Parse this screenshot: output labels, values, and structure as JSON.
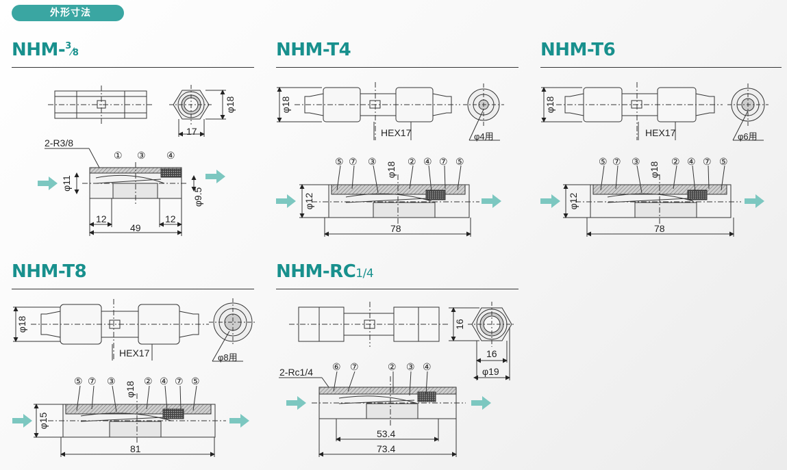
{
  "header": {
    "tag": "外形寸法"
  },
  "models": {
    "m1": {
      "title_main": "NHM-",
      "title_sup": "3",
      "title_sub": "8",
      "hex": "17",
      "dia": "φ18",
      "pipe": "2-R3/8",
      "parts": [
        "①",
        "③",
        "④"
      ],
      "bore_left": "φ11",
      "bore_right": "φ9.5",
      "end_left": "12",
      "end_right": "12",
      "length": "49"
    },
    "m2": {
      "title": "NHM-T4",
      "dia": "φ18",
      "hex": "HEX17",
      "tube": "φ4用",
      "parts": [
        "⑤",
        "⑦",
        "③",
        "φ18",
        "②",
        "④",
        "⑦",
        "⑤"
      ],
      "bore": "φ12",
      "length": "78"
    },
    "m3": {
      "title": "NHM-T6",
      "dia": "φ18",
      "hex": "HEX17",
      "tube": "φ6用",
      "parts": [
        "⑤",
        "⑦",
        "③",
        "φ18",
        "②",
        "④",
        "⑦",
        "⑤"
      ],
      "bore": "φ12",
      "length": "78"
    },
    "m4": {
      "title": "NHM-T8",
      "dia": "φ18",
      "hex": "HEX17",
      "tube": "φ8用",
      "parts": [
        "⑤",
        "⑦",
        "③",
        "φ18",
        "②",
        "④",
        "⑦",
        "⑤"
      ],
      "bore": "φ15",
      "length": "81"
    },
    "m5": {
      "title_main": "NHM-RC",
      "title_frac": "1/4",
      "width": "16",
      "hex": "16",
      "outer": "φ19",
      "pipe": "2-Rc1/4",
      "parts": [
        "⑥",
        "⑦",
        "②",
        "③",
        "④"
      ],
      "inner_len": "53.4",
      "length": "73.4"
    }
  },
  "colors": {
    "accent": "#18908d",
    "tag_bg": "#3aa6a2",
    "arrow": "#7cc7c0"
  }
}
